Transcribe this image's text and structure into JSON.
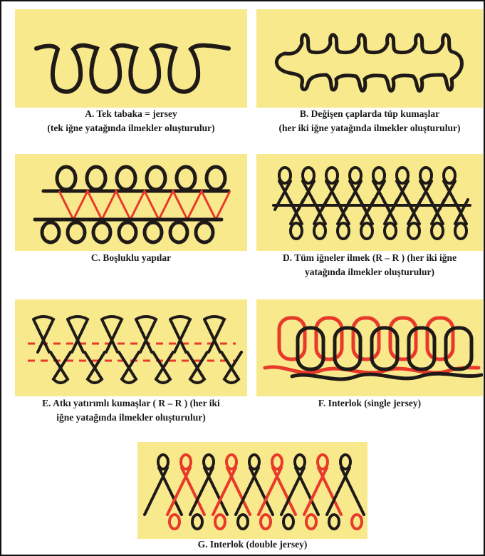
{
  "colors": {
    "panel_bg": "#f7e98c",
    "yarn_black": "#1f1a17",
    "yarn_red": "#e8392a"
  },
  "panels": [
    {
      "id": "A",
      "lines": [
        "A. Tek tabaka = jersey",
        "(tek iğne yatağında ilmekler oluşturulur)"
      ]
    },
    {
      "id": "B",
      "lines": [
        "B. Değişen çaplarda tüp kumaşlar",
        "(her iki iğne yatağında ilmekler oluşturulur)"
      ]
    },
    {
      "id": "C",
      "lines": [
        "C. Boşluklu yapılar"
      ]
    },
    {
      "id": "D",
      "lines": [
        "D. Tüm iğneler ilmek (R – R ) (her iki iğne",
        "yatağında ilmekler oluşturulur)"
      ]
    },
    {
      "id": "E",
      "lines": [
        "E. Atkı yatırımlı kumaşlar ( R – R ) (her iki",
        "iğne yatağında ilmekler oluşturulur)"
      ]
    },
    {
      "id": "F",
      "lines": [
        "F. Interlok (single jersey)"
      ]
    },
    {
      "id": "G",
      "lines": [
        "G. Interlok (double jersey)"
      ]
    }
  ]
}
